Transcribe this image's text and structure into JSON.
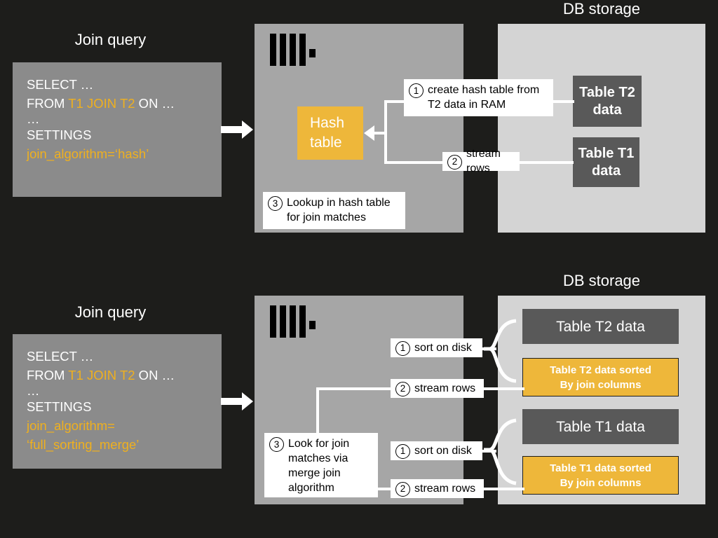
{
  "theme": {
    "background": "#1d1d1b",
    "panel_server": "#a6a6a6",
    "panel_storage": "#d4d4d4",
    "query_box": "#8b8b8b",
    "accent_amber": "#eeb73a",
    "table_chip": "#595959",
    "text_light": "#ffffff",
    "callout_bg": "#ffffff"
  },
  "top": {
    "query_title": "Join query",
    "storage_title": "DB storage",
    "query": {
      "line1": "SELECT …",
      "line2_prefix": "FROM ",
      "line2_highlight": "T1 JOIN T2",
      "line2_suffix": " ON …",
      "line3": "…",
      "line4": "SETTINGS",
      "line5": "join_algorithm=‘hash’"
    },
    "hash_table_label_1": "Hash",
    "hash_table_label_2": "table",
    "logo_name": "clickhouse-logo",
    "callouts": [
      {
        "num": "1",
        "text": "create hash table from\nT2 data in RAM"
      },
      {
        "num": "2",
        "text": "stream rows"
      },
      {
        "num": "3",
        "text": "Lookup in hash table\nfor join matches"
      }
    ],
    "tables": [
      {
        "label": "Table T2\ndata"
      },
      {
        "label": "Table T1\ndata"
      }
    ]
  },
  "bottom": {
    "query_title": "Join query",
    "storage_title": "DB storage",
    "query": {
      "line1": "SELECT …",
      "line2_prefix": "FROM ",
      "line2_highlight": "T1 JOIN T2",
      "line2_suffix": " ON …",
      "line3": "…",
      "line4": "SETTINGS",
      "line5": "join_algorithm=",
      "line6": "‘full_sorting_merge’"
    },
    "logo_name": "clickhouse-logo",
    "callouts": [
      {
        "num": "1",
        "text": "sort on disk"
      },
      {
        "num": "2",
        "text": "stream rows"
      },
      {
        "num": "3",
        "text": "Look for join\nmatches via\nmerge join\nalgorithm"
      },
      {
        "num": "1",
        "text": "sort on disk"
      },
      {
        "num": "2",
        "text": "stream rows"
      }
    ],
    "tables": [
      {
        "label": "Table T2 data",
        "sorted": false
      },
      {
        "label": "Table T2 data sorted\nBy join columns",
        "sorted": true
      },
      {
        "label": "Table T1 data",
        "sorted": false
      },
      {
        "label": "Table T1 data sorted\nBy join columns",
        "sorted": true
      }
    ]
  }
}
